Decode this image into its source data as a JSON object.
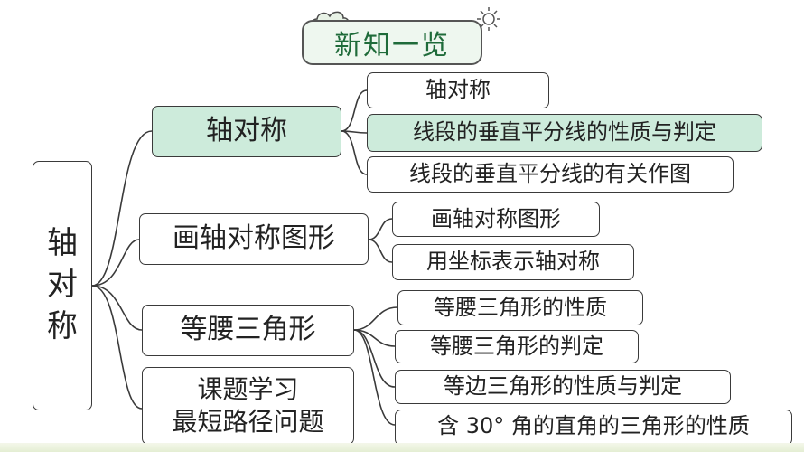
{
  "title": "新知一览",
  "root": [
    "轴",
    "对",
    "称"
  ],
  "level1": [
    {
      "id": "axis-symmetry",
      "label": "轴对称"
    },
    {
      "id": "draw-axis-symmetric",
      "label": "画轴对称图形"
    },
    {
      "id": "isosceles-triangle",
      "label": "等腰三角形"
    },
    {
      "id": "topic-study-line1",
      "label": "课题学习"
    },
    {
      "id": "topic-study-line2",
      "label": "最短路径问题"
    }
  ],
  "level2": [
    {
      "label": "轴对称"
    },
    {
      "label": "线段的垂直平分线的性质与判定"
    },
    {
      "label": "线段的垂直平分线的有关作图"
    },
    {
      "label": "画轴对称图形"
    },
    {
      "label": "用坐标表示轴对称"
    },
    {
      "label": "等腰三角形的性质"
    },
    {
      "label": "等腰三角形的判定"
    },
    {
      "label": "等边三角形的性质与判定"
    },
    {
      "label": "含 30° 角的直角的三角形的性质"
    }
  ],
  "colors": {
    "highlight": "#cdebdb",
    "border": "#3a3a3a",
    "title_text": "#1f6b3a"
  },
  "icons": [
    "cloud-icon",
    "sun-icon"
  ]
}
